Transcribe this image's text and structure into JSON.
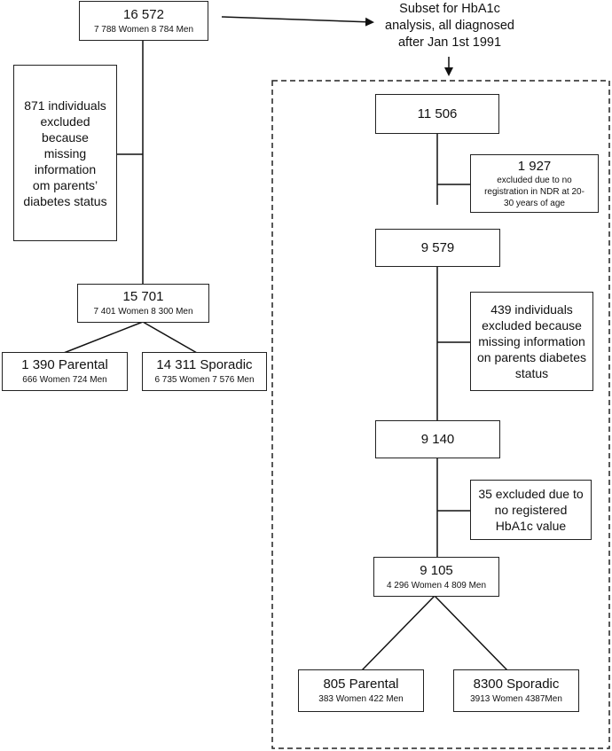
{
  "left": {
    "top": {
      "count": "16 572",
      "detail": "7 788 Women  8 784 Men"
    },
    "excluded": {
      "lines": [
        "871 individuals",
        "excluded",
        "because",
        "missing",
        "information",
        "om parents’",
        "diabetes status"
      ]
    },
    "mid": {
      "count": "15 701",
      "detail": "7 401 Women  8 300 Men"
    },
    "parental": {
      "count": "1 390 Parental",
      "detail": "666 Women  724 Men"
    },
    "sporadic": {
      "count": "14 311 Sporadic",
      "detail": "6 735 Women  7 576 Men"
    }
  },
  "subset_label": {
    "lines": [
      "Subset for HbA1c",
      "analysis, all diagnosed",
      "after Jan 1st 1991"
    ]
  },
  "right": {
    "box1": {
      "count": "11 506"
    },
    "excl1": {
      "count": "1 927",
      "detail_lines": [
        "excluded due to no",
        "registration in NDR at 20-",
        "30 years of age"
      ]
    },
    "box2": {
      "count": "9 579"
    },
    "excl2": {
      "lines": [
        "439 individuals",
        "excluded because",
        "missing information",
        "on parents diabetes",
        "status"
      ]
    },
    "box3": {
      "count": "9 140"
    },
    "excl3": {
      "lines": [
        "35 excluded due to",
        "no registered",
        "HbA1c value"
      ]
    },
    "box4": {
      "count": "9 105",
      "detail": "4 296 Women  4 809 Men"
    },
    "parental": {
      "count": "805 Parental",
      "detail": "383 Women 422 Men"
    },
    "sporadic": {
      "count": "8300 Sporadic",
      "detail": "3913 Women 4387Men"
    }
  }
}
